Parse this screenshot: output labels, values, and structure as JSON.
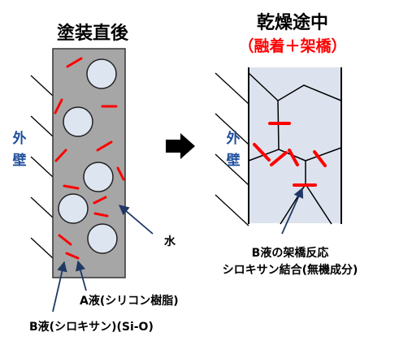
{
  "left_panel": {
    "title": "塗装直後",
    "wall_label": [
      "外",
      "壁"
    ],
    "water_label": "水",
    "a_liquid_label": "A液(シリコン樹脂)",
    "b_liquid_label": "B液(シロキサン)(Si-O)"
  },
  "right_panel": {
    "title": "乾燥途中",
    "subtitle": "（融着＋架橋）",
    "wall_label": [
      "外",
      "壁"
    ],
    "caption_line1": "B液の架橋反応",
    "caption_line2": "シロキサン結合(無機成分)"
  },
  "colors": {
    "coating_fill": "#a6a6a6",
    "particle_fill": "#dde5f1",
    "cell_fill": "#dde3ee",
    "crosslink": "#ff0000",
    "wall_text": "#1f4e9c",
    "arrow": "#1f3864"
  },
  "icons": {
    "process_arrow": "right-arrow-icon"
  }
}
